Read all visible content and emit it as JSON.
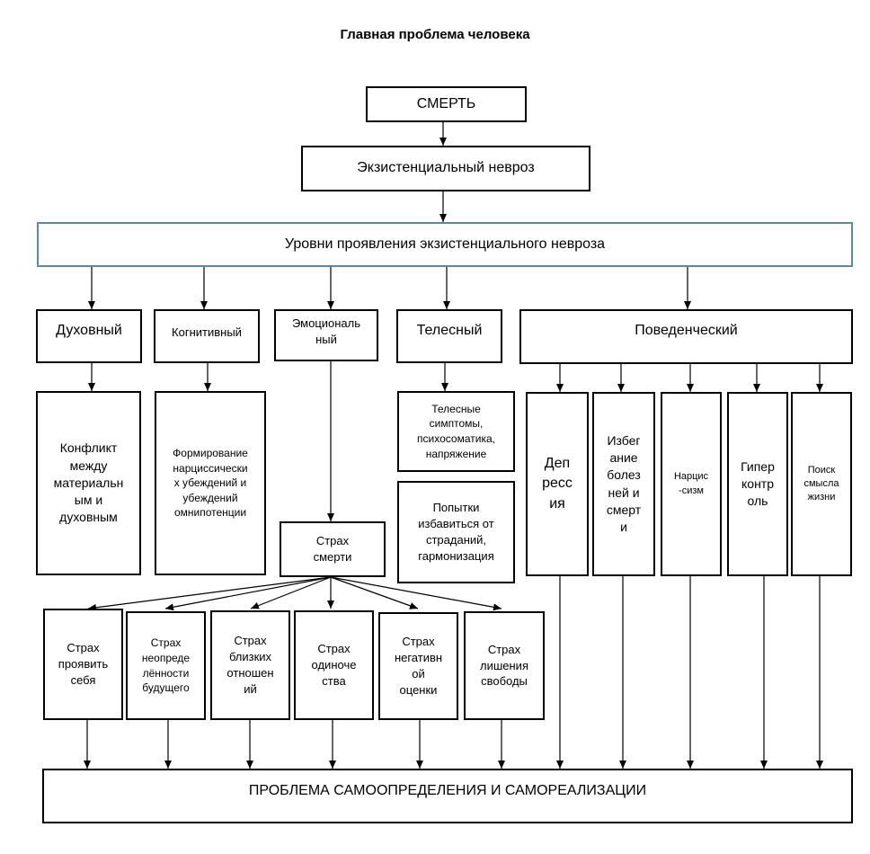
{
  "title": "Главная проблема человека",
  "nodes": {
    "death": "СМЕРТЬ",
    "neurosis": "Экзистенциальный невроз",
    "levels": "Уровни проявления экзистенциального невроза",
    "spiritual": "Духовный",
    "cognitive": "Когнитивный",
    "emotional": "Эмоциональ\nный",
    "bodily": "Телесный",
    "behavioral": "Поведенческий",
    "conflict": "Конфликт\nмежду\nматериальн\nым и\nдуховным",
    "narc_beliefs": "Формирование\nнарциссически\nх убеждений и\nубеждений\nомнипотенции",
    "fear_death": "Страх\nсмерти",
    "body_symptoms": "Телесные\nсимптомы,\nпсихосоматика,\nнапряжение",
    "attempts": "Попытки\nизбавиться от\nстраданий,\nгармонизация",
    "depression": "Деп\nресс\nия",
    "avoid": "Избег\nание\nболез\nней и\nсмерт\nи",
    "narcissism": "Нарцис\n-сизм",
    "hypercontrol": "Гипер\nконтр\nоль",
    "meaning": "Поиск\nсмысла\nжизни",
    "fear_self": "Страх\nпроявить\nсебя",
    "fear_future": "Страх\nнеопреде\nлённости\nбудущего",
    "fear_close": "Страх\nблизких\nотношен\nий",
    "fear_lonely": "Страх\nодиноче\nства",
    "fear_neg": "Страх\nнегативн\nой\nоценки",
    "fear_freedom": "Страх\nлишения\nсвободы",
    "problem": "ПРОБЛЕМА САМООПРЕДЕЛЕНИЯ И САМОРЕАЛИЗАЦИИ"
  }
}
